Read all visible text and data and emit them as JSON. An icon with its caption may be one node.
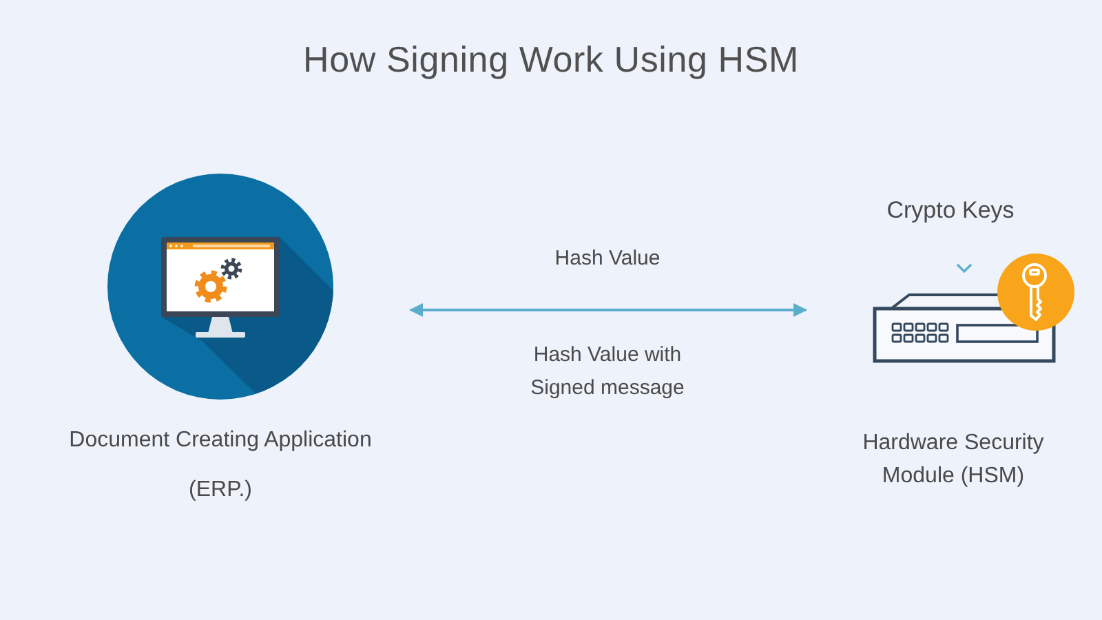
{
  "diagram": {
    "title": "How Signing Work Using HSM",
    "nodes": [
      {
        "text": [
          "Document Creating Application",
          "(ERP.)"
        ]
      },
      {
        "text": [
          "Hardware Security Module (HSM)"
        ],
        "beside": [
          "Crypto Keys"
        ]
      }
    ],
    "edges": [
      {
        "from": 0,
        "to": 1,
        "arrow": "both",
        "label": "Hash Value"
      }
    ],
    "labels": [
      "Hash Value with Signed message"
    ]
  }
}
